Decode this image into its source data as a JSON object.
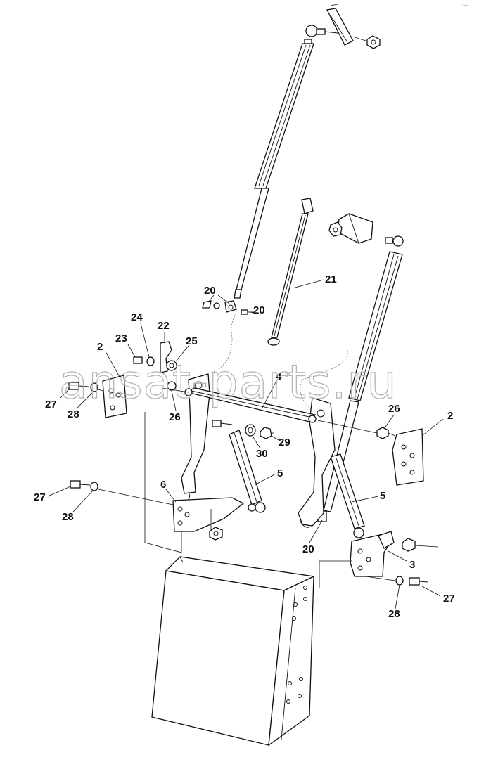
{
  "watermark": "ansat-parts.ru",
  "corner_mark": "·—",
  "callouts": [
    "20",
    "20",
    "21",
    "24",
    "22",
    "23",
    "25",
    "2",
    "4",
    "27",
    "28",
    "26",
    "26",
    "2",
    "29",
    "30",
    "5",
    "6",
    "5",
    "27",
    "28",
    "20",
    "3",
    "27",
    "28"
  ]
}
